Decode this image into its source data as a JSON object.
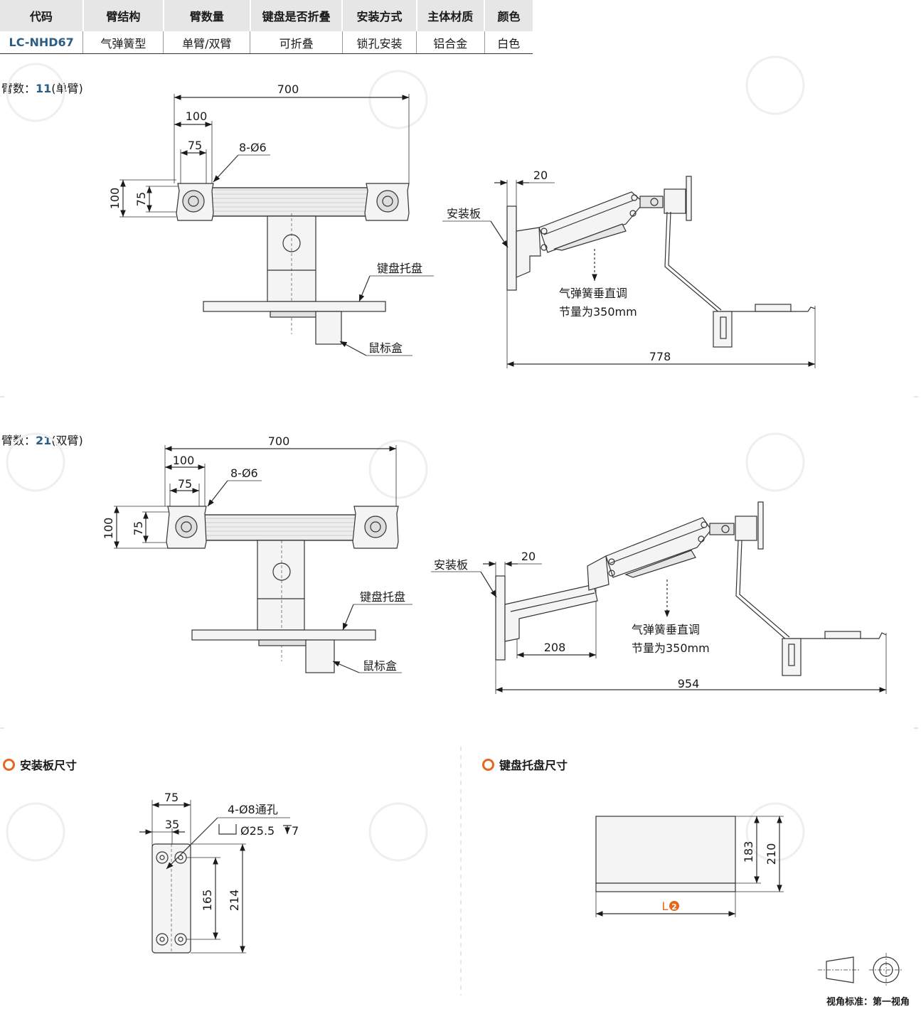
{
  "table": {
    "headers": [
      "代码",
      "臂结构",
      "臂数量",
      "键盘是否折叠",
      "安装方式",
      "主体材质",
      "颜色"
    ],
    "row": [
      "LC-NHD67",
      "气弹簧型",
      "单臂/双臂",
      "可折叠",
      "锁孔安装",
      "铝合金",
      "白色"
    ]
  },
  "section1": {
    "label_prefix": "臂数：",
    "label_value": "11",
    "label_suffix": "(单臂)",
    "front": {
      "w700": "700",
      "w100": "100",
      "w75": "75",
      "holes": "8-Ø6",
      "h100": "100",
      "h75": "75",
      "tray": "键盘托盘",
      "mouse": "鼠标盒"
    },
    "side": {
      "d20": "20",
      "plate": "安装板",
      "spring1": "气弹簧垂直调",
      "spring2": "节量为350mm",
      "d778": "778"
    }
  },
  "section2": {
    "label_prefix": "臂数：",
    "label_value": "21",
    "label_suffix": "(双臂)",
    "front": {
      "w700": "700",
      "w100": "100",
      "w75": "75",
      "holes": "8-Ø6",
      "h100": "100",
      "h75": "75",
      "tray": "键盘托盘",
      "mouse": "鼠标盒"
    },
    "side": {
      "d20": "20",
      "plate": "安装板",
      "spring1": "气弹簧垂直调",
      "spring2": "节量为350mm",
      "d208": "208",
      "d954": "954"
    }
  },
  "plate_dims": {
    "title": "安装板尺寸",
    "w75": "75",
    "w35": "35",
    "holes": "4-Ø8通孔",
    "cbore": "Ø25.5",
    "depth": "7",
    "h165": "165",
    "h214": "214"
  },
  "tray_dims": {
    "title": "键盘托盘尺寸",
    "h183": "183",
    "h210": "210",
    "length": "L",
    "length_idx": "2"
  },
  "footer": "视角标准：第一视角",
  "colors": {
    "accent": "#2b5e86",
    "orange": "#e8671c",
    "header_bg": "#e6e6e6"
  }
}
